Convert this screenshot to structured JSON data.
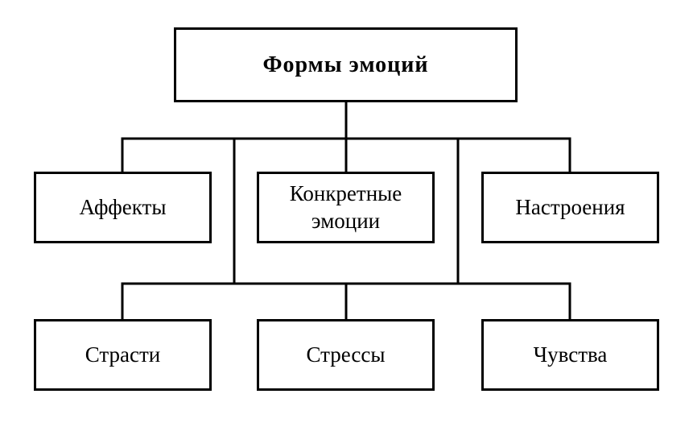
{
  "diagram": {
    "root": {
      "label": "Формы эмоций"
    },
    "level1": [
      {
        "label": "Аффекты"
      },
      {
        "label_lines": [
          "Конкретные",
          "эмоции"
        ]
      },
      {
        "label": "Настроения"
      }
    ],
    "level2": [
      {
        "label": "Страсти"
      },
      {
        "label": "Стрессы"
      },
      {
        "label": "Чувства"
      }
    ]
  }
}
